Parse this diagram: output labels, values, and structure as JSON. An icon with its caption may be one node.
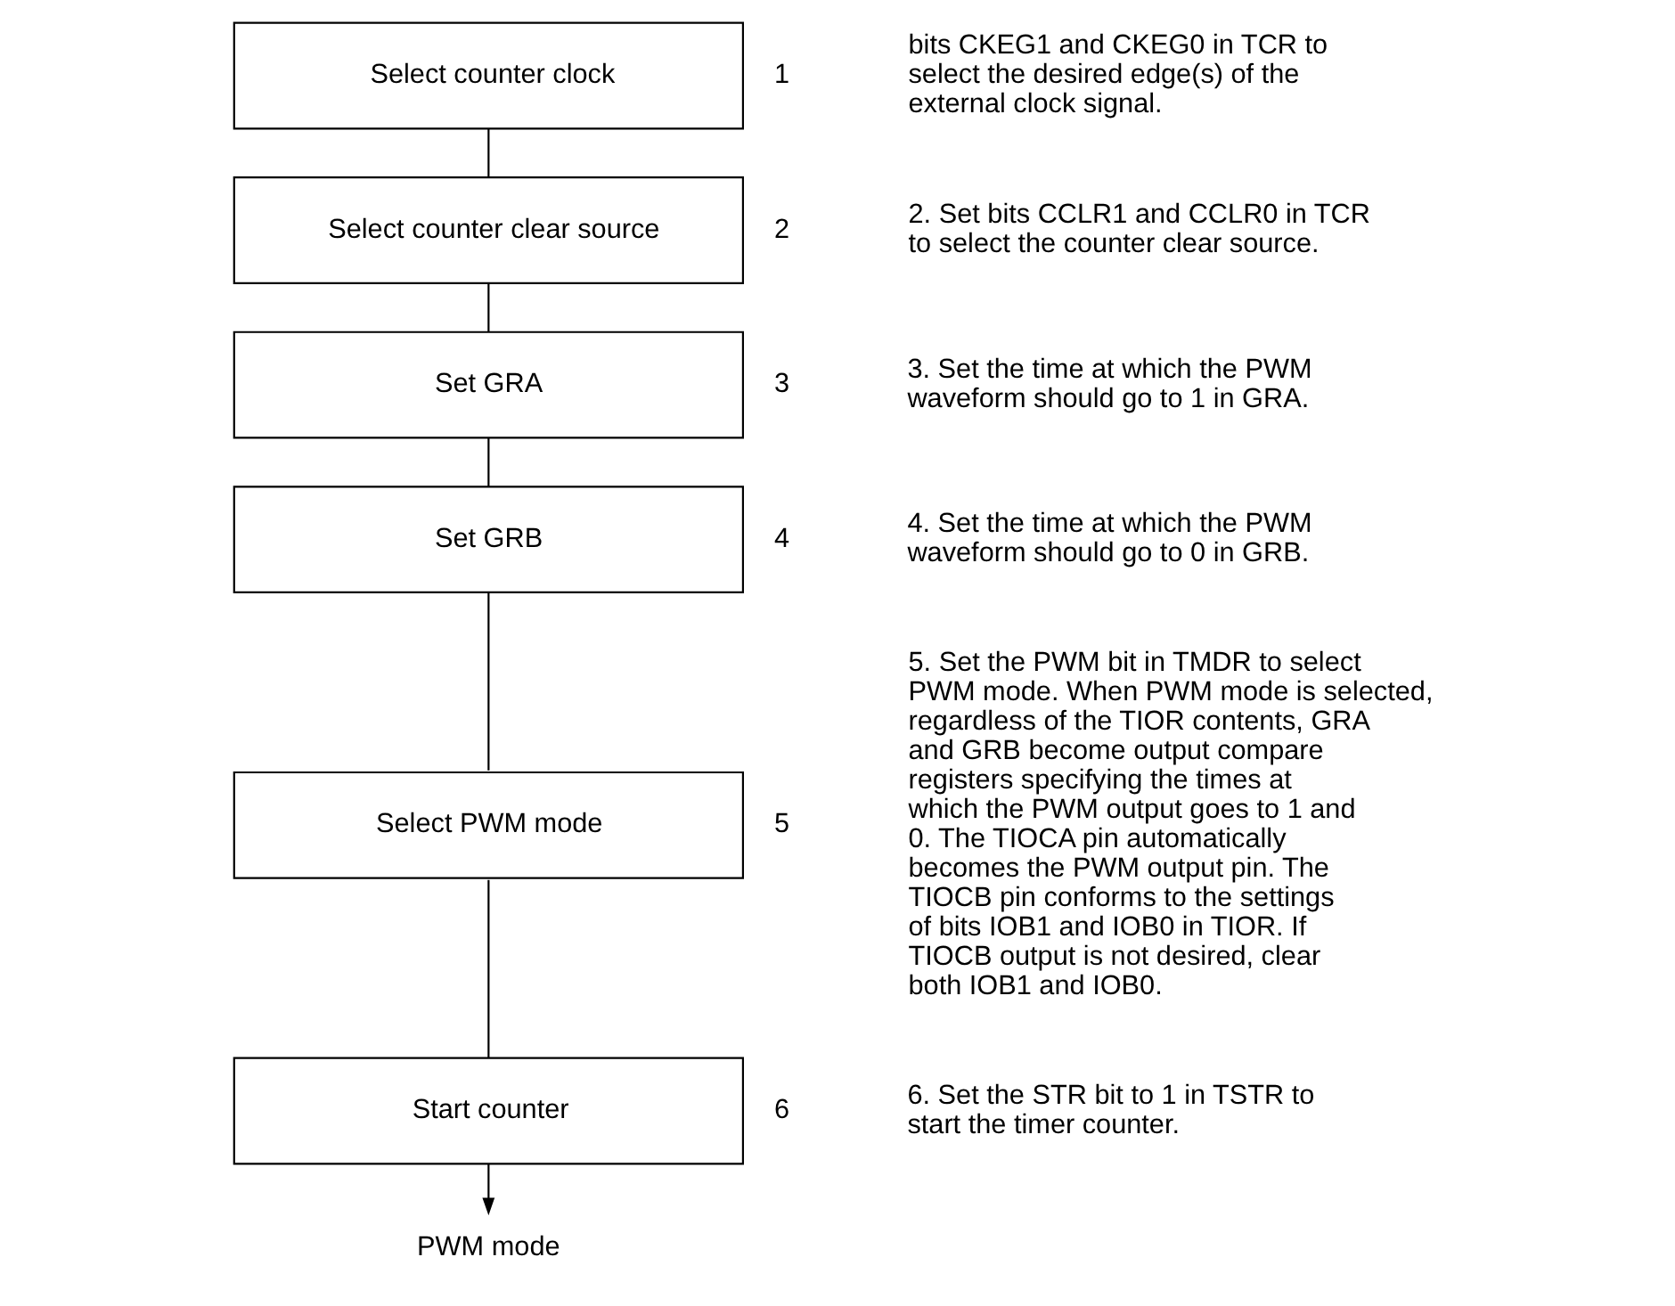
{
  "diagram": {
    "nodes": [
      {
        "text": [
          "Select counter clock"
        ],
        "beside": [
          "1"
        ]
      },
      {
        "text": [
          "Select counter clear source"
        ],
        "beside": [
          "2"
        ]
      },
      {
        "text": [
          "Set GRA"
        ],
        "beside": [
          "3"
        ]
      },
      {
        "text": [
          "Set GRB"
        ],
        "beside": [
          "4"
        ]
      },
      {
        "text": [
          "Select PWM mode"
        ],
        "beside": [
          "5"
        ]
      },
      {
        "text": [
          "Start counter"
        ],
        "beside": [
          "6"
        ]
      },
      {
        "text": [
          "PWM mode"
        ]
      }
    ],
    "edges": [
      {
        "from": 0,
        "to": 1,
        "arrow": "none"
      },
      {
        "from": 1,
        "to": 2,
        "arrow": "none"
      },
      {
        "from": 2,
        "to": 3,
        "arrow": "none"
      },
      {
        "from": 3,
        "to": 4,
        "arrow": "none"
      },
      {
        "from": 4,
        "to": 5,
        "arrow": "none"
      },
      {
        "from": 5,
        "to": 6,
        "arrow": "to"
      }
    ],
    "labels": [
      "bits CKEG1 and CKEG0 in TCR to select the desired edge(s) of the external clock signal.",
      "2. Set bits CCLR1 and CCLR0 in TCR to select the counter clear source.",
      "3. Set the time at which the PWM waveform should go to 1 in GRA.",
      "4. Set the time at which the PWM waveform should go to 0 in GRB.",
      "5. Set the PWM bit in TMDR to select PWM mode. When PWM mode is selected, regardless of the TIOR contents, GRA and GRB become output compare registers specifying the times at which the PWM output goes to 1 and 0. The TIOCA pin automatically becomes the PWM output pin. The TIOCB pin conforms to the settings of bits IOB1 and IOB0 in TIOR. If TIOCB output is not desired, clear both IOB1 and IOB0.",
      "6. Set the STR bit to 1 in TSTR to start the timer counter."
    ]
  }
}
